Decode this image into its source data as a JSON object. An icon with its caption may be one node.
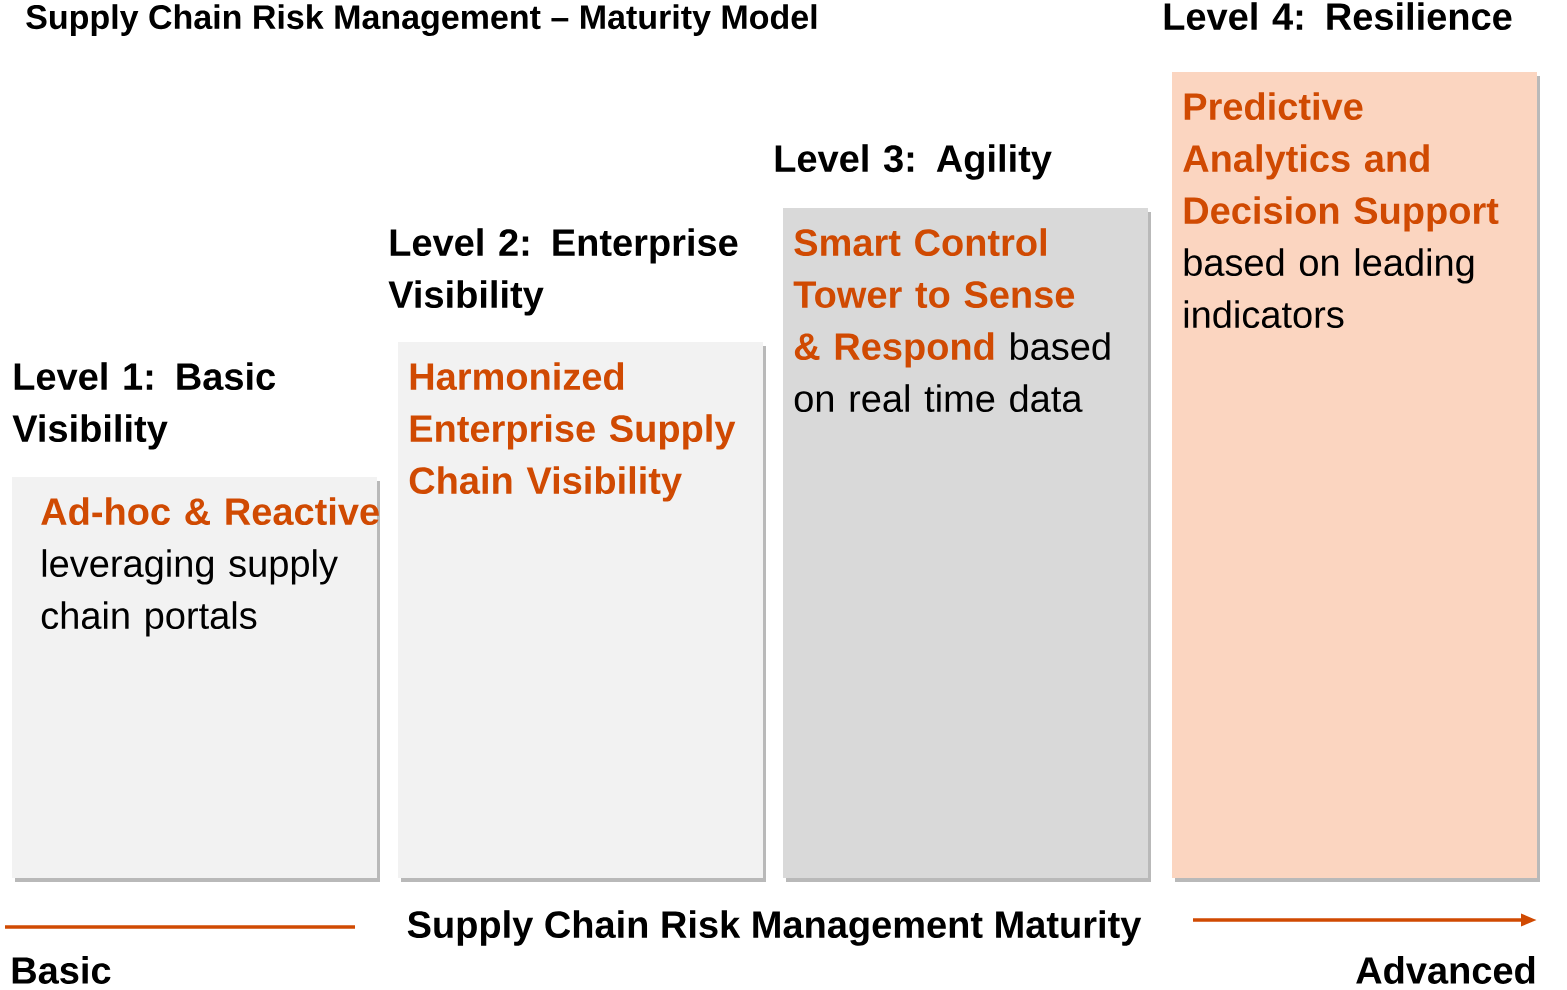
{
  "diagram": {
    "title": "Supply Chain Risk Management – Maturity Model",
    "nodes": [
      {
        "text": [
          "Level 1: Basic Visibility",
          "Ad-hoc & Reactive",
          "leveraging supply chain portals"
        ]
      },
      {
        "text": [
          "Level 2: Enterprise Visibility",
          "Harmonized Enterprise Supply Chain Visibility"
        ]
      },
      {
        "text": [
          "Level 3: Agility",
          "Smart Control Tower to Sense & Respond",
          "based on real time data"
        ]
      },
      {
        "text": [
          "Level 4: Resilience",
          "Predictive Analytics and Decision Support",
          "based on leading indicators"
        ]
      }
    ],
    "labels": [
      "Supply Chain Risk Management Maturity",
      "Basic",
      "Advanced"
    ]
  }
}
